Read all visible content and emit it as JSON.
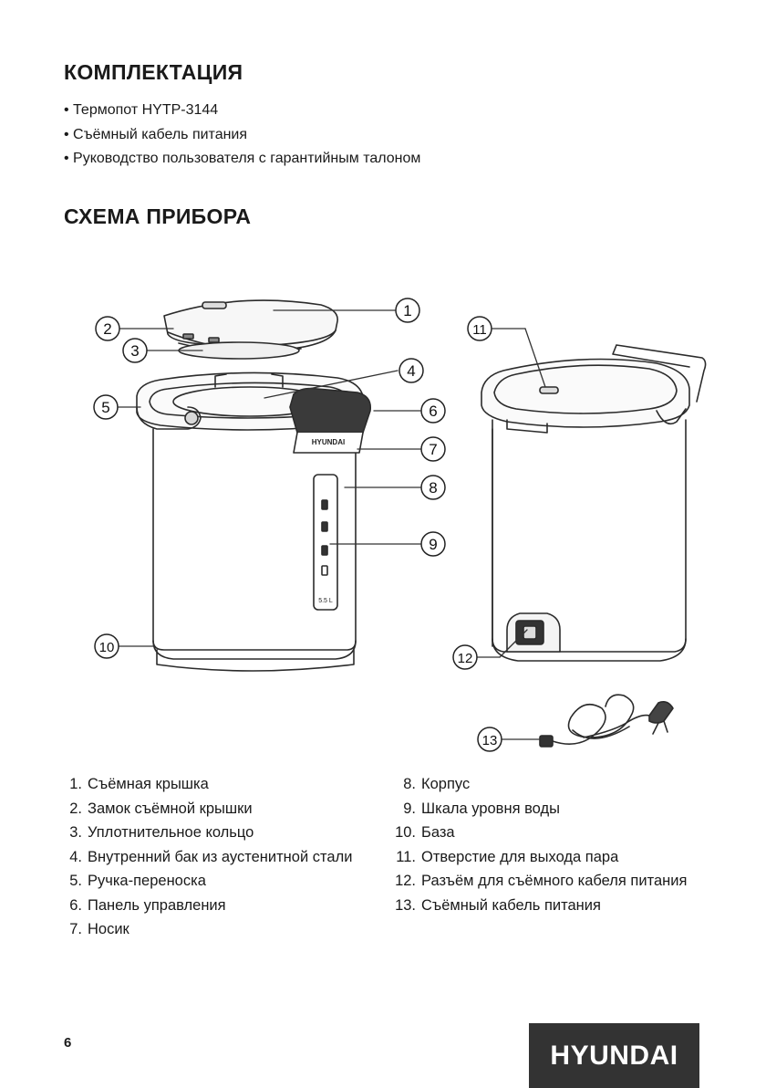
{
  "kit": {
    "title": "КОМПЛЕКТАЦИЯ",
    "items": [
      "Термопот HYTP-3144",
      "Съёмный кабель питания",
      "Руководство пользователя с гарантийным талоном"
    ]
  },
  "scheme": {
    "title": "СХЕМА ПРИБОРА",
    "device_brand": "HYUNDAI",
    "scale_label": "5.5 L",
    "callouts": [
      "1",
      "2",
      "3",
      "4",
      "5",
      "6",
      "7",
      "8",
      "9",
      "10",
      "11",
      "12",
      "13"
    ]
  },
  "parts_left": [
    {
      "num": "1.",
      "text": "Съёмная крышка"
    },
    {
      "num": "2.",
      "text": "Замок съёмной крышки"
    },
    {
      "num": "3.",
      "text": "Уплотнительное кольцо"
    },
    {
      "num": "4.",
      "text": "Внутренний бак из аустенитной стали"
    },
    {
      "num": "5.",
      "text": "Ручка-переноска"
    },
    {
      "num": "6.",
      "text": "Панель управления"
    },
    {
      "num": "7.",
      "text": "Носик"
    }
  ],
  "parts_right": [
    {
      "num": "8.",
      "text": "Корпус"
    },
    {
      "num": "9.",
      "text": "Шкала уровня воды"
    },
    {
      "num": "10.",
      "text": "База"
    },
    {
      "num": "11.",
      "text": "Отверстие для выхода пара"
    },
    {
      "num": "12.",
      "text": "Разъём для съёмного кабеля питания"
    },
    {
      "num": "13.",
      "text": "Съёмный кабель питания"
    }
  ],
  "footer": {
    "page_number": "6",
    "brand": "HYUNDAI"
  }
}
